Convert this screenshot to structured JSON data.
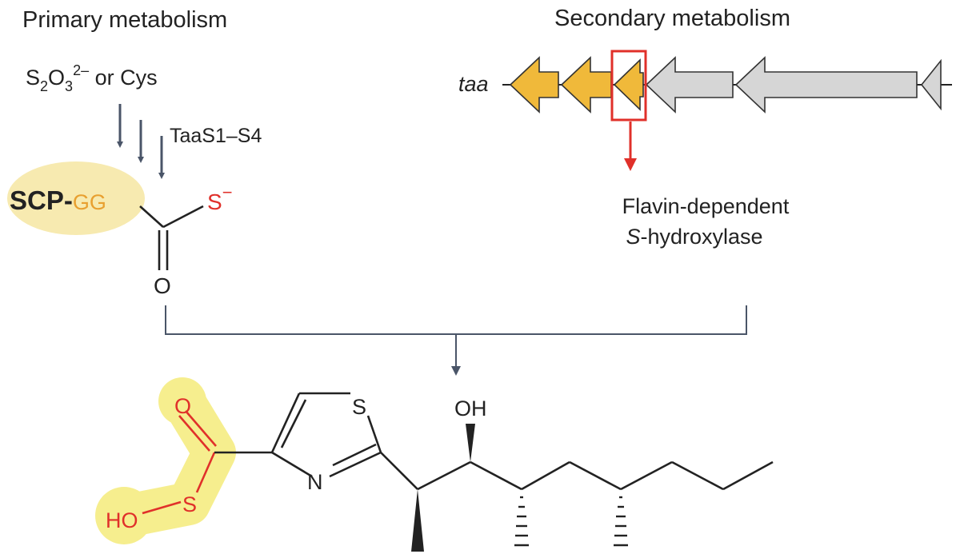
{
  "primary": {
    "heading": "Primary metabolism",
    "donor_sulfur": "S",
    "donor_sub2": "2",
    "donor_o": "O",
    "donor_sub3": "3",
    "donor_charge": "2–",
    "donor_rest": " or Cys",
    "enzymes": "TaaS1–S4",
    "carrier_scp": "SCP",
    "carrier_dash": "-",
    "carrier_gg": "GG",
    "thiolate_s": "S",
    "thiolate_charge": "−",
    "carbonyl_o": "O"
  },
  "secondary": {
    "heading": "Secondary metabolism",
    "cluster_name": "taa",
    "enzyme_line1": "Flavin-dependent",
    "enzyme_line2_italic": "S",
    "enzyme_line2_rest": "-hydroxylase"
  },
  "product": {
    "atom_o": "O",
    "atom_s_thio": "S",
    "atom_ho": "HO",
    "ring_s": "S",
    "ring_n": "N",
    "oh": "OH"
  },
  "colors": {
    "gene_yellow": "#f0b93a",
    "gene_gray": "#d6d6d6",
    "highlight_yellow": "#f7eab0",
    "highlight_bright": "#f6ee8e",
    "red": "#e0302a",
    "orange_gg": "#e8a030",
    "arrow_slate": "#4a5568"
  }
}
